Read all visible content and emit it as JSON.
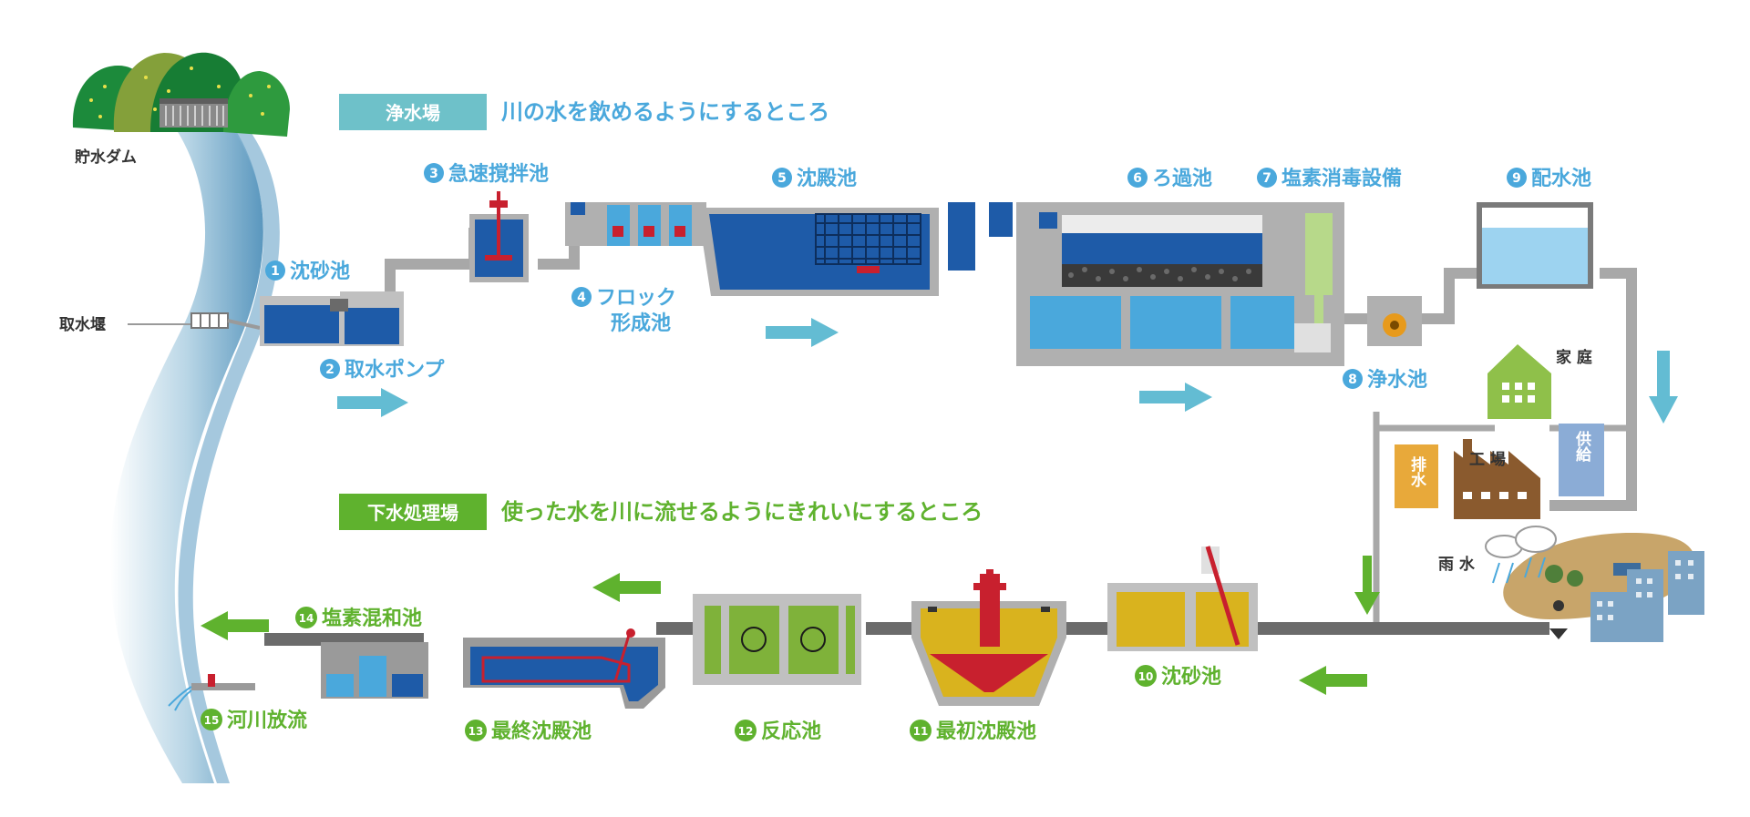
{
  "sections": {
    "water_plant": {
      "tag": "浄水場",
      "description": "川の水を飲めるようにするところ"
    },
    "sewage_plant": {
      "tag": "下水処理場",
      "description": "使った水を川に流せるようにきれいにするところ"
    }
  },
  "places": {
    "dam": "貯水ダム",
    "intake_weir": "取水堰",
    "home": "家 庭",
    "factory": "工 場",
    "drain": "排水",
    "supply": "供給",
    "rain": "雨 水"
  },
  "steps": [
    {
      "num": "1",
      "label": "沈砂池"
    },
    {
      "num": "2",
      "label": "取水ポンプ"
    },
    {
      "num": "3",
      "label": "急速撹拌池"
    },
    {
      "num": "4",
      "label": "フロック"
    },
    {
      "num": "",
      "label": "形成池"
    },
    {
      "num": "5",
      "label": "沈殿池"
    },
    {
      "num": "6",
      "label": "ろ過池"
    },
    {
      "num": "7",
      "label": "塩素消毒設備"
    },
    {
      "num": "8",
      "label": "浄水池"
    },
    {
      "num": "9",
      "label": "配水池"
    },
    {
      "num": "10",
      "label": "沈砂池"
    },
    {
      "num": "11",
      "label": "最初沈殿池"
    },
    {
      "num": "12",
      "label": "反応池"
    },
    {
      "num": "13",
      "label": "最終沈殿池"
    },
    {
      "num": "14",
      "label": "塩素混和池"
    },
    {
      "num": "15",
      "label": "河川放流"
    }
  ],
  "colors": {
    "water_blue": "#4aa8dc",
    "sewage_green": "#5fb22e",
    "banner_teal": "#6ec1c9",
    "pipe_gray": "#9a9a9a",
    "tank_gray": "#b7b7b7",
    "deep_blue": "#1e5ba8",
    "sludge_yellow": "#d9b31e",
    "chemical_red": "#c8202e"
  }
}
